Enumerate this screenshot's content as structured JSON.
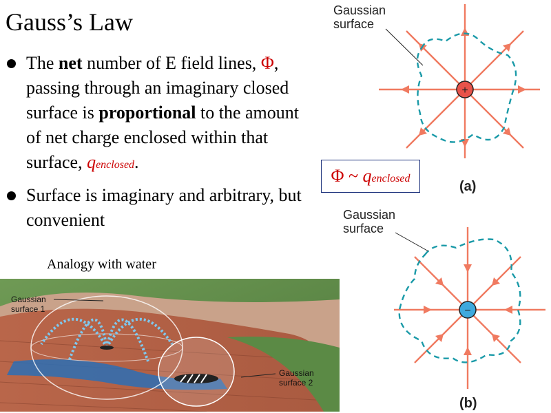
{
  "title": "Gauss’s Law",
  "bullet1": {
    "t1": "The ",
    "net": "net",
    "t2": " number of E field lines, ",
    "phi": "Φ",
    "t3": ",  passing through an imaginary closed surface is ",
    "prop": "proportional",
    "t4": " to the amount of net charge enclosed within that surface, ",
    "q": "q",
    "qsub": "enclosed",
    "end": "."
  },
  "bullet2": "Surface is imaginary and arbitrary, but convenient",
  "analogy": "Analogy with water",
  "formula": {
    "phi": "Φ",
    "tilde": " ~ ",
    "q": "q",
    "qsub": "enclosed"
  },
  "diagram_a": {
    "label_line1": "Gaussian",
    "label_line2": "surface",
    "charge": "+",
    "caption": "(a)"
  },
  "diagram_b": {
    "label_line1": "Gaussian",
    "label_line2": "surface",
    "charge": "−",
    "caption": "(b)"
  },
  "water": {
    "s1_line1": "Gaussian",
    "s1_line2": "surface 1",
    "s2_line1": "Gaussian",
    "s2_line2": "surface 2"
  },
  "colors": {
    "field_line": "#f07a60",
    "surface": "#1a9aa8",
    "charge_fill": "#e8534a",
    "neg_fill": "#3fa9dd",
    "accent_red": "#cc0000"
  }
}
